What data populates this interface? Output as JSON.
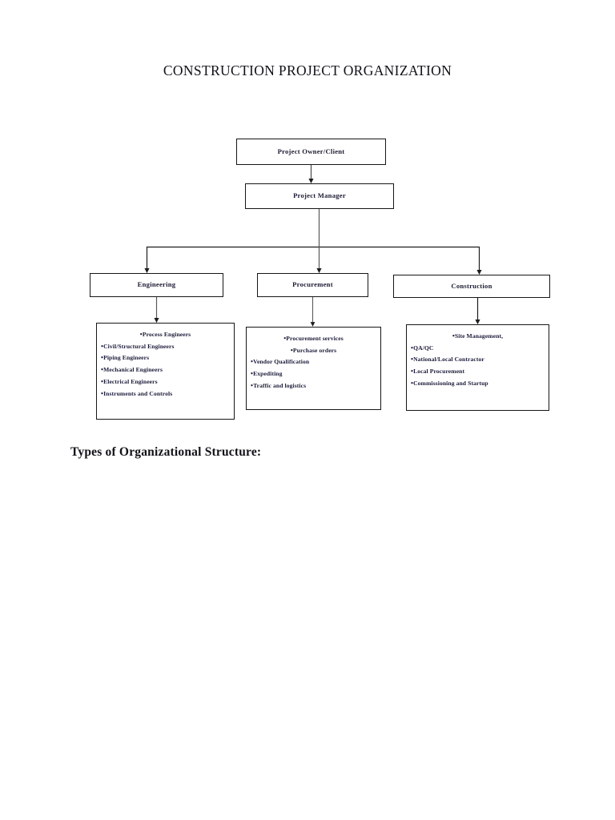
{
  "document": {
    "title": "CONSTRUCTION PROJECT ORGANIZATION",
    "section_heading": "Types of Organizational Structure:",
    "page_background": "#ffffff",
    "line_color": "#161616",
    "text_color": "#1b1b3a"
  },
  "chart_data": {
    "type": "diagram",
    "diagram_kind": "organization-chart",
    "title": "CONSTRUCTION PROJECT ORGANIZATION",
    "nodes": [
      {
        "id": "owner",
        "label": "Project Owner/Client",
        "level": 0
      },
      {
        "id": "manager",
        "label": "Project Manager",
        "level": 1
      },
      {
        "id": "engineering",
        "label": "Engineering",
        "level": 2
      },
      {
        "id": "procurement",
        "label": "Procurement",
        "level": 2
      },
      {
        "id": "construction",
        "label": "Construction",
        "level": 2
      }
    ],
    "edges": [
      {
        "from": "owner",
        "to": "manager",
        "style": "arrow"
      },
      {
        "from": "manager",
        "to": "engineering",
        "style": "elbow-arrow"
      },
      {
        "from": "manager",
        "to": "procurement",
        "style": "arrow"
      },
      {
        "from": "manager",
        "to": "construction",
        "style": "elbow-arrow"
      },
      {
        "from": "engineering",
        "to": "engineering-detail",
        "style": "arrow"
      },
      {
        "from": "procurement",
        "to": "procurement-detail",
        "style": "arrow"
      },
      {
        "from": "construction",
        "to": "construction-detail",
        "style": "arrow"
      }
    ],
    "detail_groups": [
      {
        "id": "engineering-detail",
        "parent": "engineering",
        "items": [
          {
            "text": "Process Engineers",
            "align": "center"
          },
          {
            "text": "Civil/Structural Engineers",
            "align": "left"
          },
          {
            "text": "Piping Engineers",
            "align": "left"
          },
          {
            "text": "Mechanical Engineers",
            "align": "left"
          },
          {
            "text": "Electrical  Engineers",
            "align": "left"
          },
          {
            "text": "Instruments and Controls",
            "align": "left"
          }
        ]
      },
      {
        "id": "procurement-detail",
        "parent": "procurement",
        "items": [
          {
            "text": "Procurement services",
            "align": "center"
          },
          {
            "text": "Purchase  orders",
            "align": "center"
          },
          {
            "text": "Vendor Qualification",
            "align": "left"
          },
          {
            "text": "Expediting",
            "align": "left"
          },
          {
            "text": "Traffic and logistics",
            "align": "left"
          }
        ]
      },
      {
        "id": "construction-detail",
        "parent": "construction",
        "items": [
          {
            "text": "Site Management,",
            "align": "center"
          },
          {
            "text": "QA/QC",
            "align": "left"
          },
          {
            "text": "National/Local Contractor",
            "align": "left"
          },
          {
            "text": "Local Procurement",
            "align": "left"
          },
          {
            "text": "Commissioning and Startup",
            "align": "left"
          }
        ]
      }
    ],
    "bullet_glyph": "•"
  }
}
